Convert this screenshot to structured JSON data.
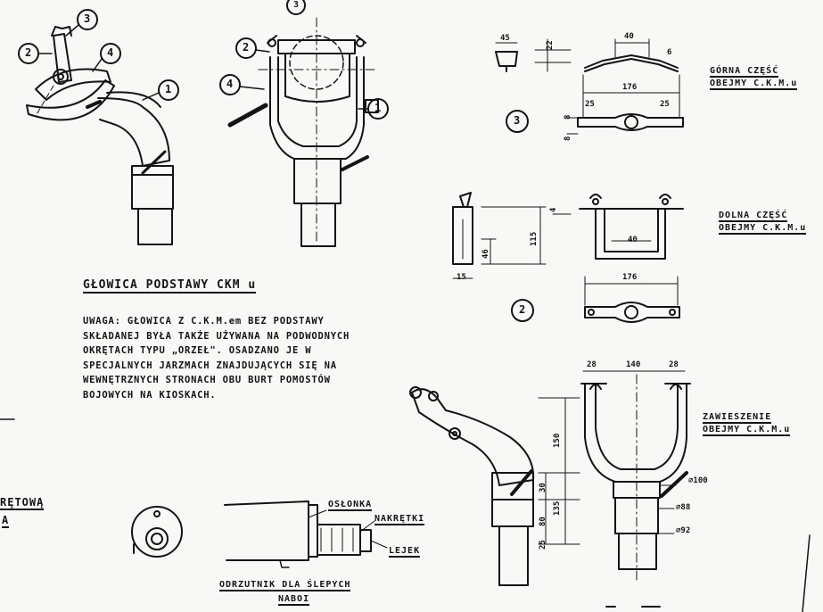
{
  "title": "GŁOWICA PODSTAWY CKM u",
  "note": "UWAGA: GŁOWICA Z C.K.M.em BEZ PODSTAWY SKŁADANEJ BYŁA TAKŻE UŻYWANA NA PODWODNYCH OKRĘTACH TYPU „ORZEŁ\". OSADZANO JE W SPECJALNYCH JARZMACH ZNAJDUJĄCYCH SIĘ NA WEWNĘTRZNYCH STRONACH OBU BURT POMOSTÓW BOJOWYCH NA KIOSKACH.",
  "callouts": [
    "1",
    "2",
    "3",
    "4"
  ],
  "upper_clamp": {
    "title_line1": "GÓRNA CZĘŚĆ",
    "title_line2": "OBEJMY C.K.M.u",
    "ref": "3",
    "dims": [
      "45",
      "22",
      "40",
      "6",
      "176",
      "25",
      "25",
      "8",
      "8"
    ]
  },
  "lower_clamp": {
    "title_line1": "DOLNA CZĘŚĆ",
    "title_line2": "OBEJMY C.K.M.u",
    "ref": "2",
    "dims": [
      "4",
      "115",
      "46",
      "15",
      "40",
      "176"
    ]
  },
  "suspension": {
    "title_line1": "ZAWIESZENIE",
    "title_line2": "OBEJMY C.K.M.u",
    "dims": [
      "28",
      "140",
      "28",
      "150",
      "30",
      "80",
      "135",
      "25",
      "⌀100",
      "⌀88",
      "⌀92"
    ]
  },
  "blank_booster": {
    "label_cover": "OSŁONKA",
    "label_nuts": "NAKRĘTKI",
    "label_funnel": "LEJEK",
    "caption_line1": "ODRZUTNIK DLA ŚLEPYCH",
    "caption_line2": "NABOI"
  },
  "cut_label_line1": "RĘTOWĄ",
  "cut_label_line2": "A"
}
